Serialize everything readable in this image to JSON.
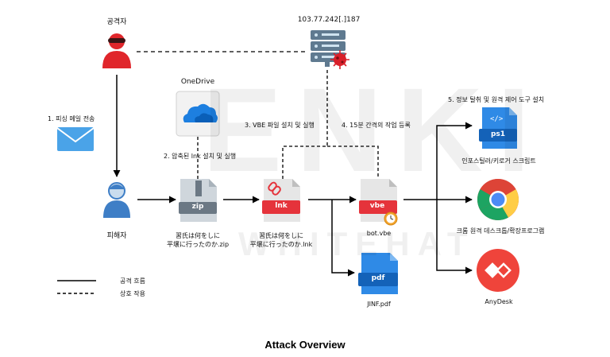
{
  "attacker": {
    "label": "공격자"
  },
  "server": {
    "label": "103.77.242[.]187"
  },
  "onedrive": {
    "label": "OneDrive"
  },
  "victim": {
    "label": "피해자"
  },
  "steps": {
    "s1": "1. 피싱 메일 전송",
    "s2": "2. 압축된 lnk 설치 및 실행",
    "s3": "3. VBE 파일 설치 및 실행",
    "s4": "4. 15분 간격의 작업 등록",
    "s5": "5. 정보 탈취 및 원격 제어 도구 설치"
  },
  "files": {
    "zip": {
      "ext": "zip",
      "name_line1": "習氏は何をしに",
      "name_line2": "平壌に行ったのか.zip"
    },
    "lnk": {
      "ext": "lnk",
      "name_line1": "習氏は何をしに",
      "name_line2": "平壌に行ったのか.lnk"
    },
    "vbe": {
      "ext": "vbe",
      "name": "bot.vbe"
    },
    "pdf": {
      "ext": "pdf",
      "name": "JINF.pdf"
    },
    "ps1": {
      "ext": "ps1",
      "name": "인포스틸러/키로거 스크립트"
    }
  },
  "tools": {
    "chrome": {
      "name": "크롬 원격 데스크톱/확장프로그램"
    },
    "anydesk": {
      "name": "AnyDesk"
    }
  },
  "legend": {
    "solid": "공격 흐름",
    "dashed": "상호 작용"
  },
  "watermark": {
    "line1": "ENKI",
    "line2": "WHITEHAT"
  },
  "title": "Attack Overview",
  "colors": {
    "attacker_red": "#e0262b",
    "file_red": "#e5333b",
    "file_blue": "#1e7bd6",
    "onedrive_blue": "#1d7fe0",
    "mail_blue": "#4aa3e8",
    "victim_blue": "#3e7ec6",
    "server_gray": "#5f7a90"
  }
}
